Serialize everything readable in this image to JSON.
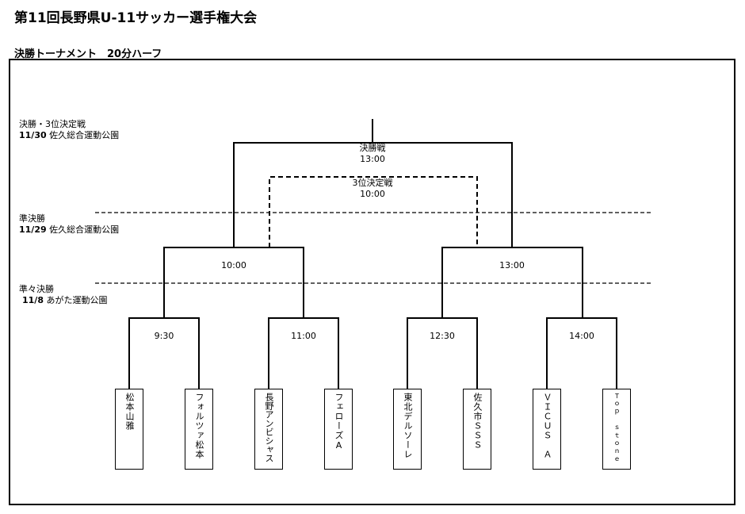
{
  "header": {
    "title": "第11回長野県U-11サッカー選手権大会",
    "subtitle": "決勝トーナメント　20分ハーフ"
  },
  "rounds": {
    "final": {
      "name": "決勝・3位決定戦",
      "date": "11/30",
      "venue": "佐久総合運動公園"
    },
    "semi": {
      "name": "準決勝",
      "date": "11/29",
      "venue": "佐久総合運動公園"
    },
    "quarter": {
      "name": "準々決勝",
      "date": "11/8",
      "venue": "あがた運動公園"
    }
  },
  "matches": {
    "final_label": "決勝戦",
    "final_time": "13:00",
    "third_label": "3位決定戦",
    "third_time": "10:00",
    "semi_left_time": "10:00",
    "semi_right_time": "13:00",
    "qf1_time": "9:30",
    "qf2_time": "11:00",
    "qf3_time": "12:30",
    "qf4_time": "14:00"
  },
  "teams": [
    "松本山雅",
    "フォルツァ松本",
    "長野アンビシャス",
    "フェローズA",
    "東北デルソーレ",
    "佐久市ＳＳＳ",
    "ＶＩＣＵＳ　Ａ",
    "Ｔｏｐ　ｓｔｏｎｅ"
  ]
}
